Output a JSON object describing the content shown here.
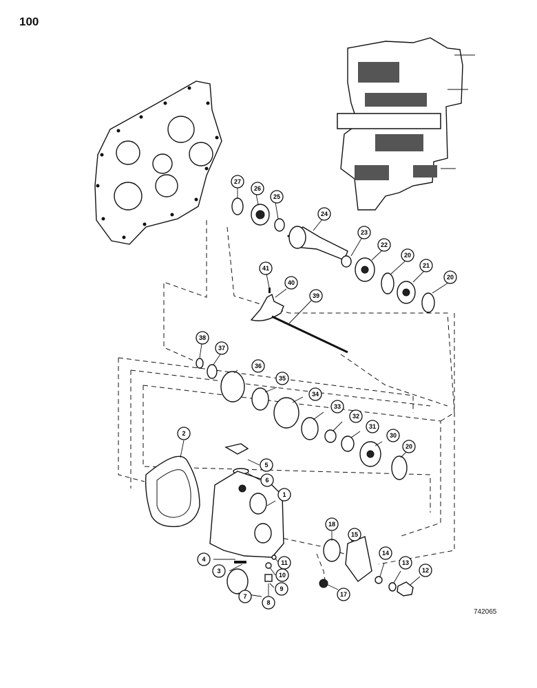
{
  "page": {
    "number": "100",
    "drawing_id": "742065"
  },
  "callouts": [
    {
      "id": "c1",
      "label": "1"
    },
    {
      "id": "c2",
      "label": "2"
    },
    {
      "id": "c3",
      "label": "3"
    },
    {
      "id": "c4",
      "label": "4"
    },
    {
      "id": "c5",
      "label": "5"
    },
    {
      "id": "c6",
      "label": "6"
    },
    {
      "id": "c7",
      "label": "7"
    },
    {
      "id": "c8",
      "label": "8"
    },
    {
      "id": "c9",
      "label": "9"
    },
    {
      "id": "c10",
      "label": "10"
    },
    {
      "id": "c11",
      "label": "11"
    },
    {
      "id": "c12",
      "label": "12"
    },
    {
      "id": "c13",
      "label": "13"
    },
    {
      "id": "c14",
      "label": "14"
    },
    {
      "id": "c15",
      "label": "15"
    },
    {
      "id": "c17",
      "label": "17"
    },
    {
      "id": "c18",
      "label": "18"
    },
    {
      "id": "c20a",
      "label": "20"
    },
    {
      "id": "c20b",
      "label": "20"
    },
    {
      "id": "c20c",
      "label": "20"
    },
    {
      "id": "c21",
      "label": "21"
    },
    {
      "id": "c22",
      "label": "22"
    },
    {
      "id": "c23",
      "label": "23"
    },
    {
      "id": "c24",
      "label": "24"
    },
    {
      "id": "c25",
      "label": "25"
    },
    {
      "id": "c26",
      "label": "26"
    },
    {
      "id": "c27",
      "label": "27"
    },
    {
      "id": "c30",
      "label": "30"
    },
    {
      "id": "c31",
      "label": "31"
    },
    {
      "id": "c32",
      "label": "32"
    },
    {
      "id": "c33",
      "label": "33"
    },
    {
      "id": "c34",
      "label": "34"
    },
    {
      "id": "c35",
      "label": "35"
    },
    {
      "id": "c36",
      "label": "36"
    },
    {
      "id": "c37",
      "label": "37"
    },
    {
      "id": "c38",
      "label": "38"
    },
    {
      "id": "c39",
      "label": "39"
    },
    {
      "id": "c40",
      "label": "40"
    },
    {
      "id": "c41",
      "label": "41"
    }
  ]
}
